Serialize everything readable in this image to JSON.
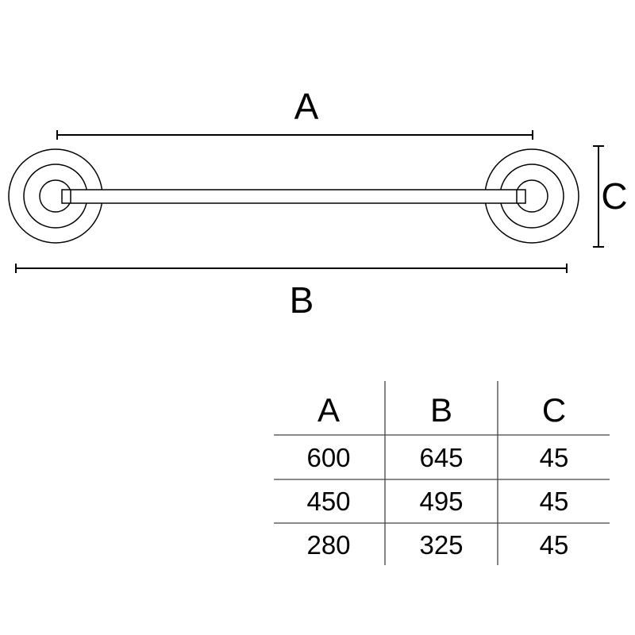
{
  "dimension_labels": {
    "a": "A",
    "b": "B",
    "c": "C"
  },
  "table": {
    "headers": [
      "A",
      "B",
      "C"
    ],
    "rows": [
      [
        "600",
        "645",
        "45"
      ],
      [
        "450",
        "495",
        "45"
      ],
      [
        "280",
        "325",
        "45"
      ]
    ]
  }
}
